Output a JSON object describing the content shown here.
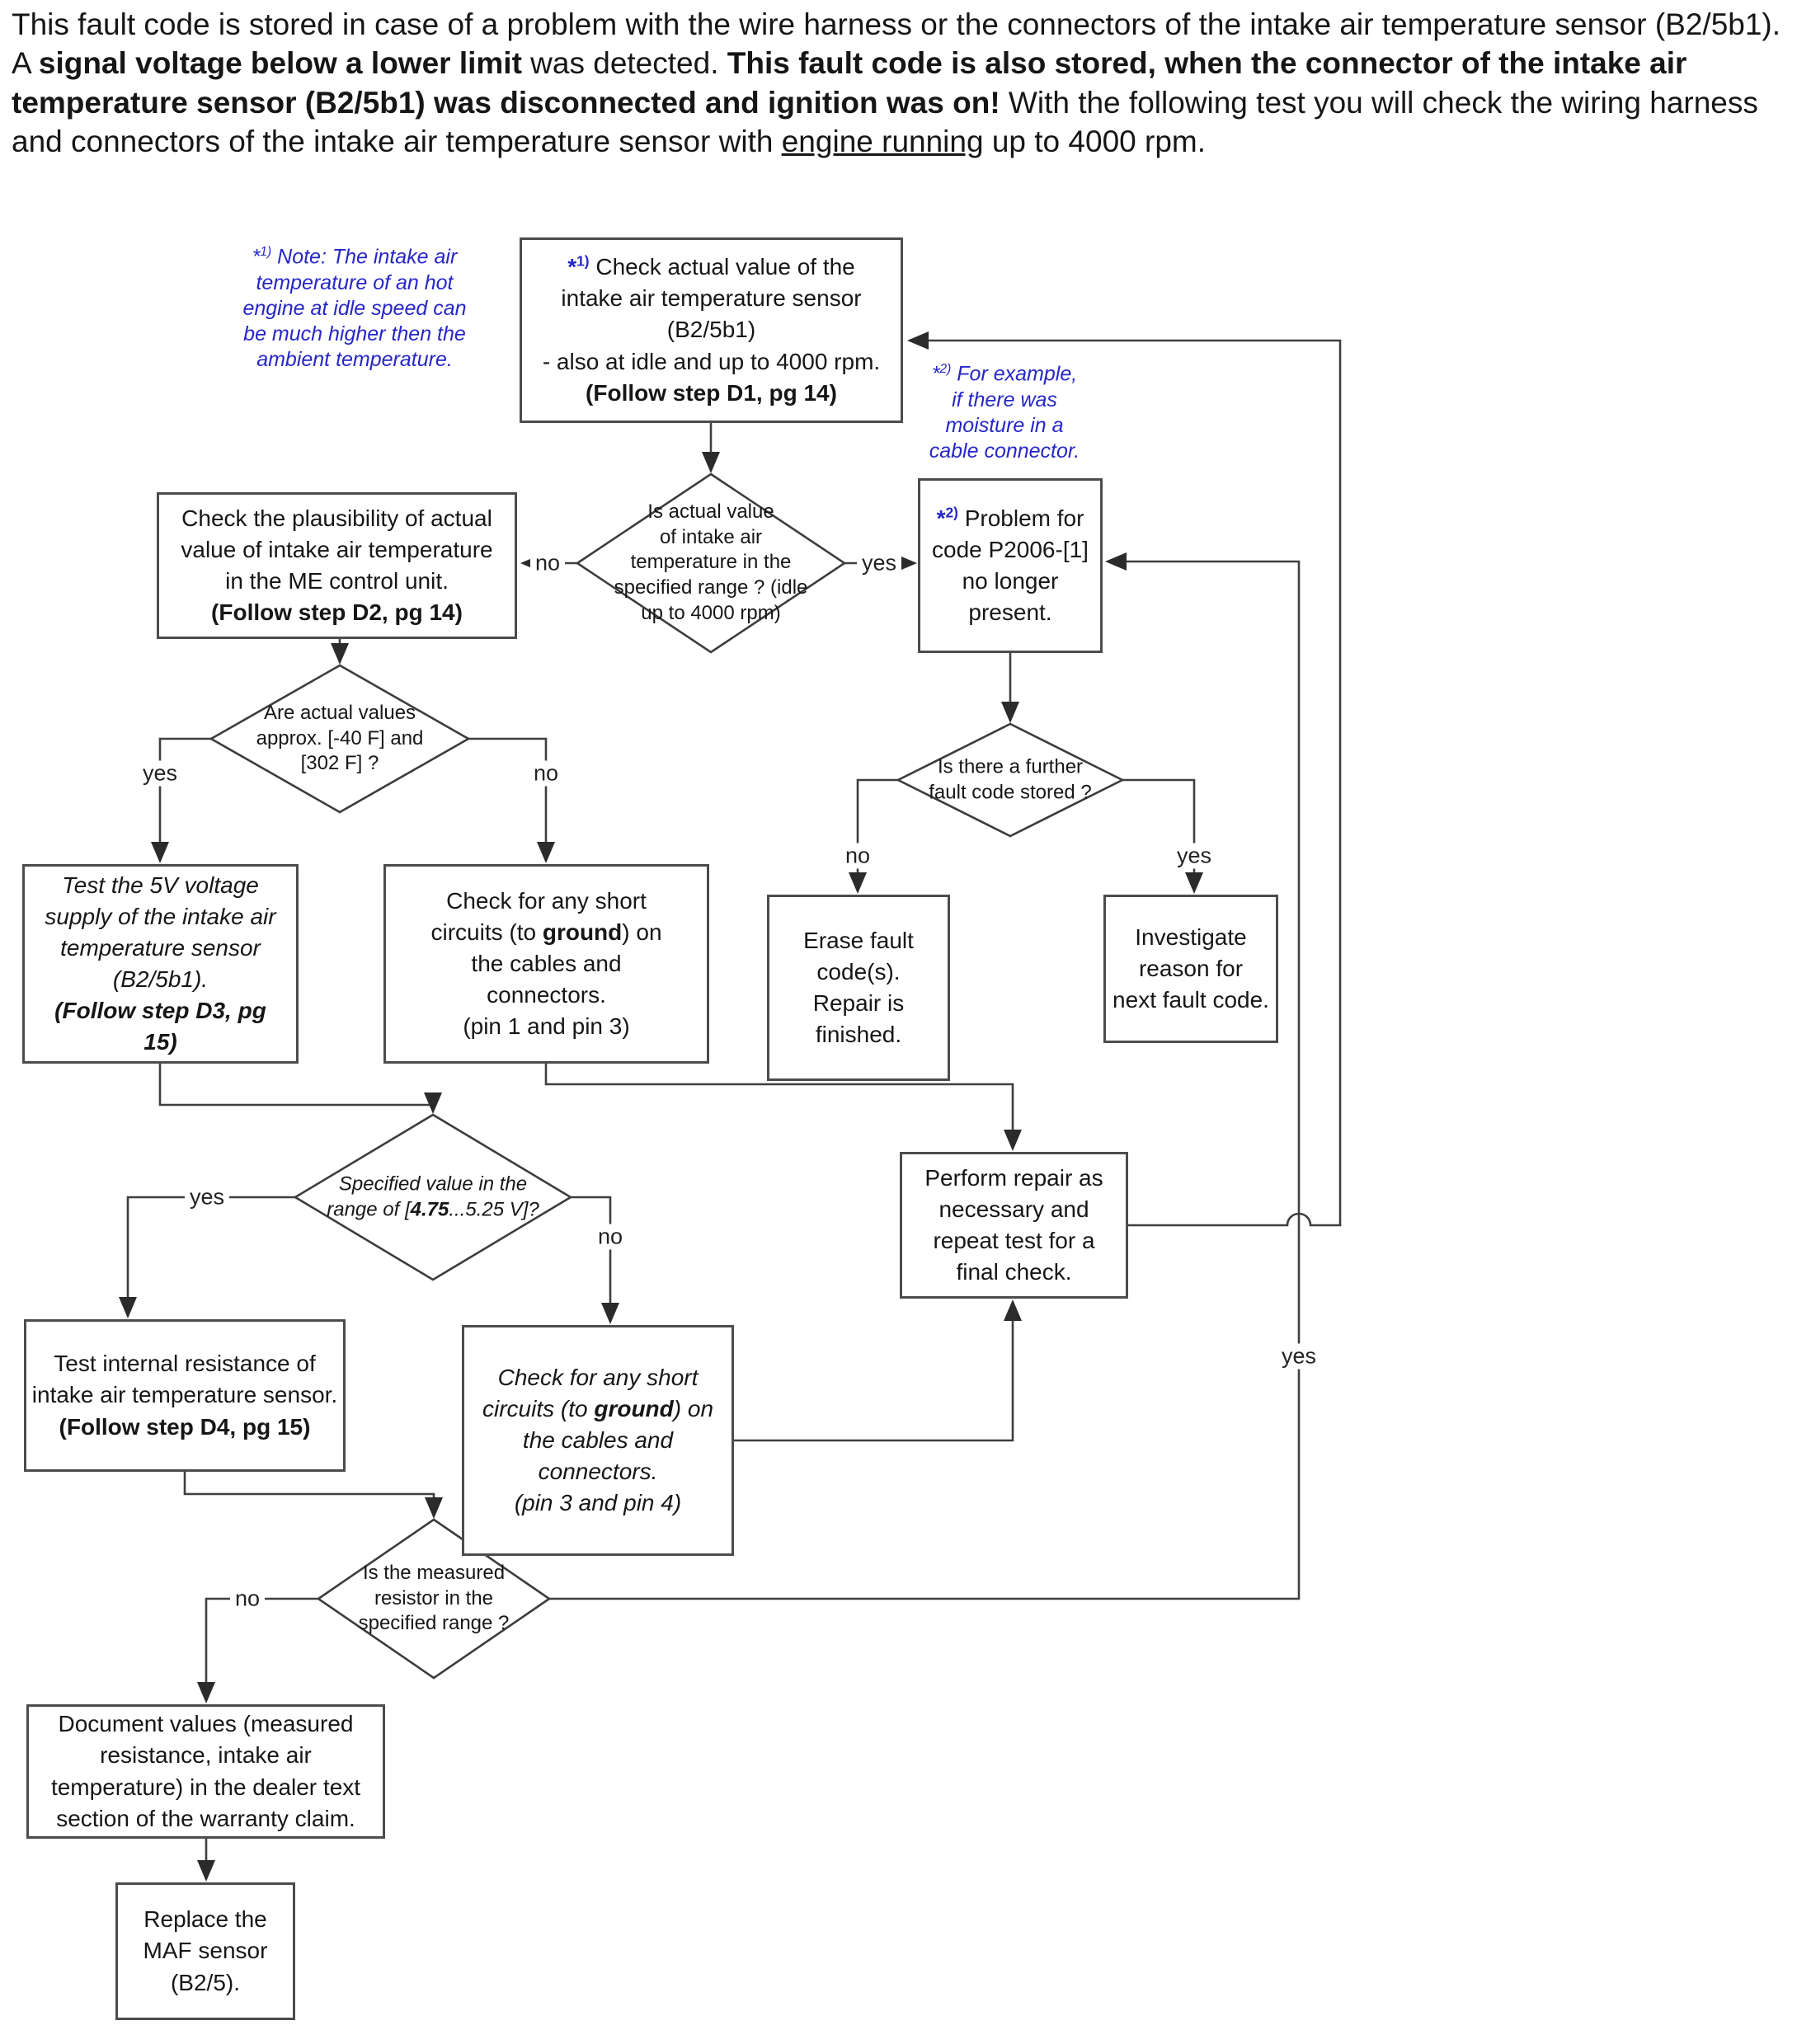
{
  "colors": {
    "annotation_blue": "#2626c9",
    "line": "#3f3f3f",
    "text": "#161616"
  },
  "header": {
    "lines": [
      [
        {
          "t": "This fault code is stored in case of a problem with the wire harness or the connectors of the intake air temperature sensor (B2/5b1). A "
        },
        {
          "t": "signal voltage below a lower limit",
          "s": "b"
        },
        {
          "t": " was detected. "
        },
        {
          "t": "This fault code is also stored, when the connector of the intake air temperature sensor (B2/5b1) was disconnected and ignition was on!",
          "s": "b"
        },
        {
          "t": "  With the following test you will check the wiring harness and connectors of the intake air temperature sensor with "
        },
        {
          "t": "engine running",
          "s": "u"
        },
        {
          "t": " up to 4000 rpm."
        }
      ]
    ]
  },
  "notes": {
    "note1": {
      "lines": [
        [
          {
            "t": "*"
          },
          {
            "t": "1)",
            "s": "sup"
          },
          {
            "t": " Note: The intake air"
          }
        ],
        [
          {
            "t": "temperature of an hot"
          }
        ],
        [
          {
            "t": "engine at idle speed can"
          }
        ],
        [
          {
            "t": "be much higher then the"
          }
        ],
        [
          {
            "t": "ambient temperature."
          }
        ]
      ]
    },
    "note2": {
      "lines": [
        [
          {
            "t": "*"
          },
          {
            "t": "2)",
            "s": "sup"
          },
          {
            "t": " For example,"
          }
        ],
        [
          {
            "t": "if there was"
          }
        ],
        [
          {
            "t": "moisture in a"
          }
        ],
        [
          {
            "t": "cable connector."
          }
        ]
      ]
    }
  },
  "nodes": {
    "top_check": {
      "lines": [
        [
          {
            "t": "*",
            "s": "blue b"
          },
          {
            "t": "1)",
            "s": "blue b sup"
          },
          {
            "t": " Check actual value of the"
          }
        ],
        [
          {
            "t": "intake air temperature sensor"
          }
        ],
        [
          {
            "t": "(B2/5b1)"
          }
        ],
        [
          {
            "t": "- also at idle and up to 4000 rpm."
          }
        ],
        [
          {
            "t": "(Follow step D1, pg 14)",
            "s": "b"
          }
        ]
      ]
    },
    "plausibility": {
      "lines": [
        [
          {
            "t": "Check the plausibility of actual"
          }
        ],
        [
          {
            "t": "value of intake air temperature"
          }
        ],
        [
          {
            "t": "in the ME control unit."
          }
        ],
        [
          {
            "t": "(Follow step D2, pg 14)",
            "s": "b"
          }
        ]
      ]
    },
    "p2006": {
      "lines": [
        [
          {
            "t": "*",
            "s": "blue b"
          },
          {
            "t": "2)",
            "s": "blue b sup"
          },
          {
            "t": " Problem for"
          }
        ],
        [
          {
            "t": "code P2006-[1]"
          }
        ],
        [
          {
            "t": "no longer"
          }
        ],
        [
          {
            "t": "present."
          }
        ]
      ]
    },
    "erase": {
      "lines": [
        [
          {
            "t": "Erase fault"
          }
        ],
        [
          {
            "t": "code(s)."
          }
        ],
        [
          {
            "t": "Repair is"
          }
        ],
        [
          {
            "t": "finished."
          }
        ]
      ]
    },
    "investigate": {
      "lines": [
        [
          {
            "t": "Investigate"
          }
        ],
        [
          {
            "t": "reason for"
          }
        ],
        [
          {
            "t": "next fault code."
          }
        ]
      ]
    },
    "test_voltage": {
      "lines": [
        [
          {
            "t": "Test the 5V voltage"
          }
        ],
        [
          {
            "t": "supply of the intake air"
          }
        ],
        [
          {
            "t": "temperature sensor"
          }
        ],
        [
          {
            "t": "(B2/5b1)."
          }
        ],
        [
          {
            "t": "(Follow step D3, pg",
            "s": "b"
          }
        ],
        [
          {
            "t": "15)",
            "s": "b"
          }
        ]
      ]
    },
    "short_pin13": {
      "lines": [
        [
          {
            "t": "Check for any short"
          }
        ],
        [
          {
            "t": "circuits (to "
          },
          {
            "t": "ground",
            "s": "b"
          },
          {
            "t": ") on"
          }
        ],
        [
          {
            "t": "the cables and"
          }
        ],
        [
          {
            "t": "connectors."
          }
        ],
        [
          {
            "t": "(pin 1 and pin 3)"
          }
        ]
      ]
    },
    "perform_repair": {
      "lines": [
        [
          {
            "t": "Perform repair as"
          }
        ],
        [
          {
            "t": "necessary and"
          }
        ],
        [
          {
            "t": "repeat test  for a"
          }
        ],
        [
          {
            "t": "final check."
          }
        ]
      ]
    },
    "test_resistance": {
      "lines": [
        [
          {
            "t": "Test internal resistance of"
          }
        ],
        [
          {
            "t": "intake air temperature sensor."
          }
        ],
        [
          {
            "t": "(Follow step D4, pg 15)",
            "s": "b"
          }
        ]
      ]
    },
    "short_pin34": {
      "lines": [
        [
          {
            "t": "Check for any short"
          }
        ],
        [
          {
            "t": "circuits (to "
          },
          {
            "t": "ground",
            "s": "b"
          },
          {
            "t": ") on"
          }
        ],
        [
          {
            "t": "the cables and"
          }
        ],
        [
          {
            "t": "connectors."
          }
        ],
        [
          {
            "t": "(pin 3 and pin 4)"
          }
        ]
      ]
    },
    "document_values": {
      "lines": [
        [
          {
            "t": "Document values (measured"
          }
        ],
        [
          {
            "t": "resistance, intake air"
          }
        ],
        [
          {
            "t": "temperature) in the dealer text"
          }
        ],
        [
          {
            "t": "section of the warranty claim."
          }
        ]
      ]
    },
    "replace_maf": {
      "lines": [
        [
          {
            "t": "Replace the"
          }
        ],
        [
          {
            "t": "MAF sensor"
          }
        ],
        [
          {
            "t": "(B2/5)."
          }
        ]
      ]
    }
  },
  "decisions": {
    "d_actual_range": {
      "lines": [
        [
          {
            "t": "Is actual value"
          }
        ],
        [
          {
            "t": "of intake air"
          }
        ],
        [
          {
            "t": "temperature in the"
          }
        ],
        [
          {
            "t": "specified range ? (idle"
          }
        ],
        [
          {
            "t": "up to 4000 rpm)"
          }
        ]
      ]
    },
    "d_minus40_302": {
      "lines": [
        [
          {
            "t": "Are actual values"
          }
        ],
        [
          {
            "t": "approx. [-40 F] and"
          }
        ],
        [
          {
            "t": "[302 F] ?"
          }
        ]
      ]
    },
    "d_further_fault": {
      "lines": [
        [
          {
            "t": "Is there a further"
          }
        ],
        [
          {
            "t": "fault code stored ?"
          }
        ]
      ]
    },
    "d_voltage_range": {
      "lines": [
        [
          {
            "t": "Specified value in the"
          }
        ],
        [
          {
            "t": "range of ["
          },
          {
            "t": "4.75",
            "s": "b"
          },
          {
            "t": "...5.25 V]?"
          }
        ]
      ]
    },
    "d_resistor_range": {
      "lines": [
        [
          {
            "t": "Is the measured"
          }
        ],
        [
          {
            "t": "resistor in the"
          }
        ],
        [
          {
            "t": "specified range ?"
          }
        ]
      ]
    }
  },
  "labels": {
    "d1_no": "no",
    "d1_yes": "yes",
    "dA_yes": "yes",
    "dA_no": "no",
    "d2_no": "no",
    "d2_yes": "yes",
    "dB_yes": "yes",
    "dB_no": "no",
    "dC_no": "no",
    "loop_yes": "yes"
  }
}
